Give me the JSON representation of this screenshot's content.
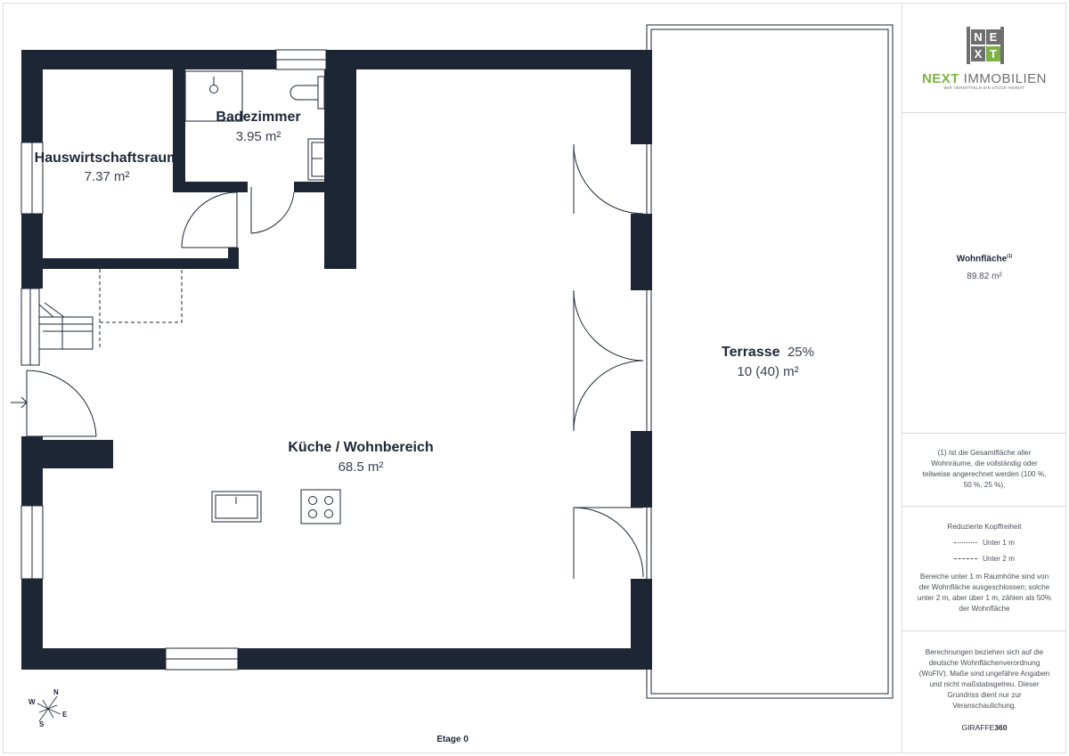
{
  "rooms": {
    "hauswirtschaftsraum": {
      "name": "Hauswirtschaftsraum",
      "area": "7.37 m²"
    },
    "badezimmer": {
      "name": "Badezimmer",
      "area": "3.95 m²"
    },
    "kueche": {
      "name": "Küche / Wohnbereich",
      "area": "68.5 m²"
    },
    "terrasse": {
      "name": "Terrasse",
      "percent": "25%",
      "area": "10 (40) m²"
    }
  },
  "compass": {
    "n": "N",
    "e": "E",
    "s": "S",
    "w": "W"
  },
  "floor_label": "Etage 0",
  "sidebar": {
    "logo": {
      "letters": [
        "N",
        "E",
        "X",
        "T"
      ],
      "brand_next": "NEXT",
      "brand_immo": "IMMOBILIEN",
      "tagline": "WIR VERMITTELN EIN STÜCK HEIMAT"
    },
    "living_area": {
      "label": "Wohnfläche",
      "note_ref": "(1)",
      "value": "89.82 m²"
    },
    "footnote": "(1) Ist die Gesamtfläche aller Wohnräume, die vollständig oder teilweise angerechnet werden (100 %, 50 %, 25 %).",
    "legend": {
      "title": "Reduzierte Kopffreiheit",
      "under1": "Unter 1 m",
      "under2": "Unter 2 m",
      "text": "Bereiche unter 1 m Raumhöhe sind von der Wohnfläche ausgeschlossen; solche unter 2 m, aber über 1 m, zählen als 50% der Wohnfläche"
    },
    "disclaimer": "Berechnungen beziehen sich auf die deutsche Wohnflächenverordnung (WoFlV). Maße sind ungefähre Angaben und nicht maßstabsgetreu. Dieser Grundriss dient nur zur Veranschaulichung.",
    "brand": {
      "prefix": "GIRAFFE",
      "suffix": "360"
    }
  },
  "colors": {
    "wall": "#1e2636",
    "logo_green": "#7db144",
    "logo_gray": "#6f6f6f"
  }
}
